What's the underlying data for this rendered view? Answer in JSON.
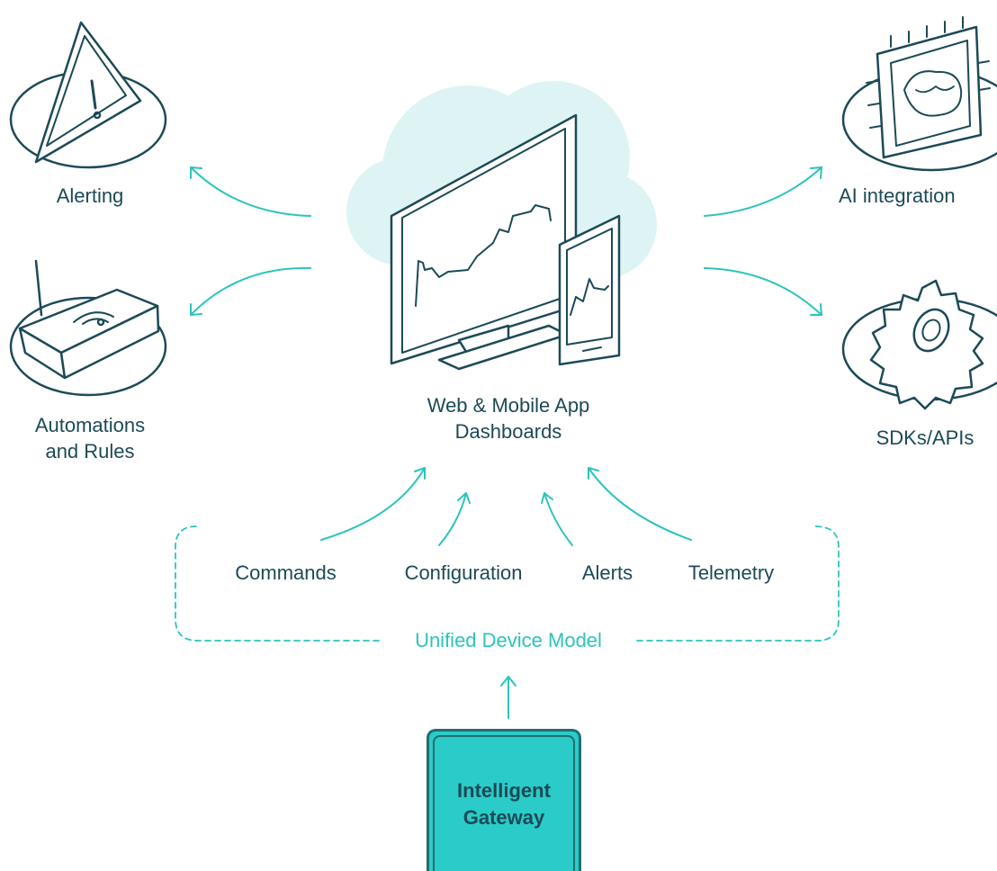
{
  "colors": {
    "accent": "#2bc4bc",
    "ink": "#1c4a57",
    "cloud": "#def4f4",
    "gateway_fill": "#2acbc8"
  },
  "center": {
    "line1": "Web & Mobile App",
    "line2": "Dashboards"
  },
  "left": {
    "alerting": "Alerting",
    "automations_line1": "Automations",
    "automations_line2": "and Rules"
  },
  "right": {
    "ai": "AI integration",
    "sdk": "SDKs/APIs"
  },
  "model": {
    "title": "Unified Device Model",
    "items": [
      "Commands",
      "Configuration",
      "Alerts",
      "Telemetry"
    ]
  },
  "gateway": {
    "line1": "Intelligent",
    "line2": "Gateway"
  },
  "icons": {
    "alerting": "warning-triangle-icon",
    "automations": "router-icon",
    "ai": "ai-chip-icon",
    "sdk": "gear-icon",
    "center": "monitor-and-phone-icon"
  }
}
